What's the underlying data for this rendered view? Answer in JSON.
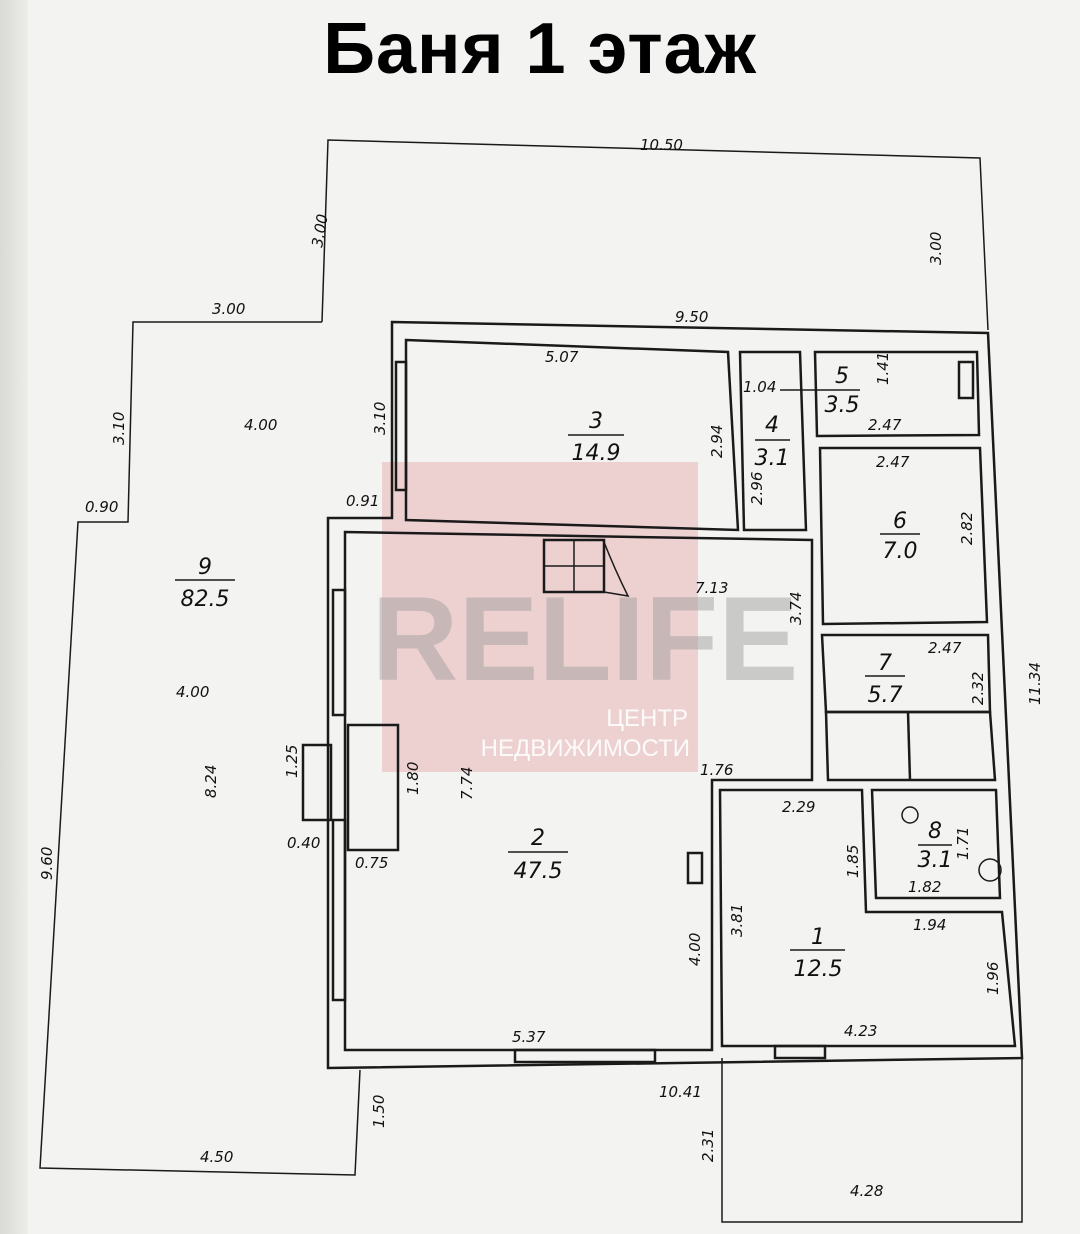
{
  "title": "Баня 1 этаж",
  "watermark": {
    "brand": "RELIFE",
    "line1": "ЦЕНТР",
    "line2": "НЕДВИЖИМОСТИ",
    "color": "#e8b4b4"
  },
  "rooms": [
    {
      "number": "1",
      "area": "12.5"
    },
    {
      "number": "2",
      "area": "47.5"
    },
    {
      "number": "3",
      "area": "14.9"
    },
    {
      "number": "4",
      "area": "3.1"
    },
    {
      "number": "5",
      "area": "3.5"
    },
    {
      "number": "6",
      "area": "7.0"
    },
    {
      "number": "7",
      "area": "5.7"
    },
    {
      "number": "8",
      "area": "3.1"
    },
    {
      "number": "9",
      "area": "82.5"
    }
  ],
  "dimensions": [
    "10.50",
    "3.00",
    "3.00",
    "3.00",
    "9.50",
    "3.10",
    "4.00",
    "0.90",
    "5.07",
    "2.94",
    "1.04",
    "1.41",
    "2.47",
    "2.47",
    "2.96",
    "3.10",
    "0.91",
    "2.82",
    "7.13",
    "3.74",
    "2.47",
    "2.32",
    "4.00",
    "11.34",
    "1.25",
    "8.24",
    "9.60",
    "0.40",
    "0.75",
    "1.80",
    "7.74",
    "1.76",
    "2.29",
    "1.85",
    "1.71",
    "1.82",
    "3.81",
    "4.00",
    "1.94",
    "1.96",
    "5.37",
    "4.23",
    "10.41",
    "1.50",
    "4.50",
    "2.31",
    "4.28"
  ]
}
